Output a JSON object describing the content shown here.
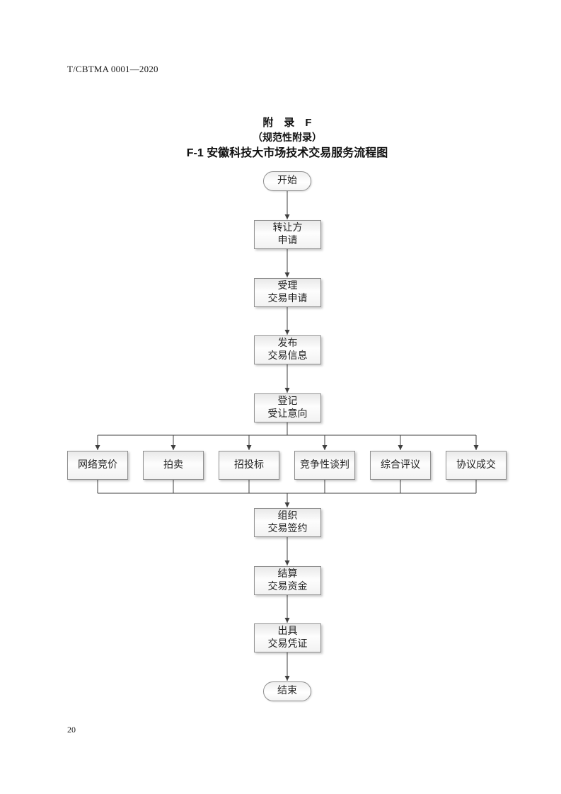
{
  "page": {
    "header": "T/CBTMA 0001—2020",
    "page_number": "20"
  },
  "appendix": {
    "title": "附　录　F",
    "subtitle": "（规范性附录）",
    "caption": "F-1 安徽科技大市场技术交易服务流程图"
  },
  "flowchart": {
    "start": "开始",
    "steps": [
      "转让方\n申请",
      "受理\n交易申请",
      "发布\n交易信息",
      "登记\n受让意向"
    ],
    "branches": [
      "网络竞价",
      "拍卖",
      "招投标",
      "竞争性谈判",
      "综合评议",
      "协议成交"
    ],
    "post_steps": [
      "组织\n交易签约",
      "结算\n交易资金",
      "出具\n交易凭证"
    ],
    "end": "结束"
  }
}
